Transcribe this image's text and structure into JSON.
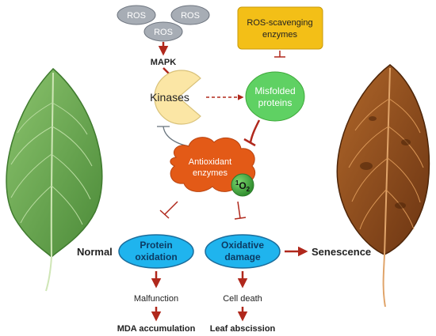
{
  "diagram": {
    "ros": [
      "ROS",
      "ROS",
      "ROS"
    ],
    "mapk": "MAPK",
    "kinases": "Kinases",
    "scavenging": [
      "ROS-scavenging",
      "enzymes"
    ],
    "misfolded": [
      "Misfolded",
      "proteins"
    ],
    "antioxidant": [
      "Antioxidant",
      "enzymes"
    ],
    "singlet_oxygen": {
      "sup": "1",
      "main": "O",
      "sub": "2"
    },
    "protein_oxidation": [
      "Protein",
      "oxidation"
    ],
    "oxidative_damage": [
      "Oxidative",
      "damage"
    ],
    "normal": "Normal",
    "senescence": "Senescence",
    "malfunction": "Malfunction",
    "cell_death": "Cell death",
    "mda": "MDA accumulation",
    "abscission": "Leaf abscission"
  },
  "colors": {
    "ros_fill": "#a7adb5",
    "arrow": "#b0281c",
    "kinase_fill": "#fbe6a5",
    "scavenging_fill": "#f3bf17",
    "misfolded_fill": "#5fd163",
    "antioxidant_fill": "#e35a17",
    "oxygen_fill": "#3ea83a",
    "process_fill": "#1fb4ee",
    "healthy_leaf": "#5c9a45",
    "dead_leaf": "#8d4d1f"
  }
}
